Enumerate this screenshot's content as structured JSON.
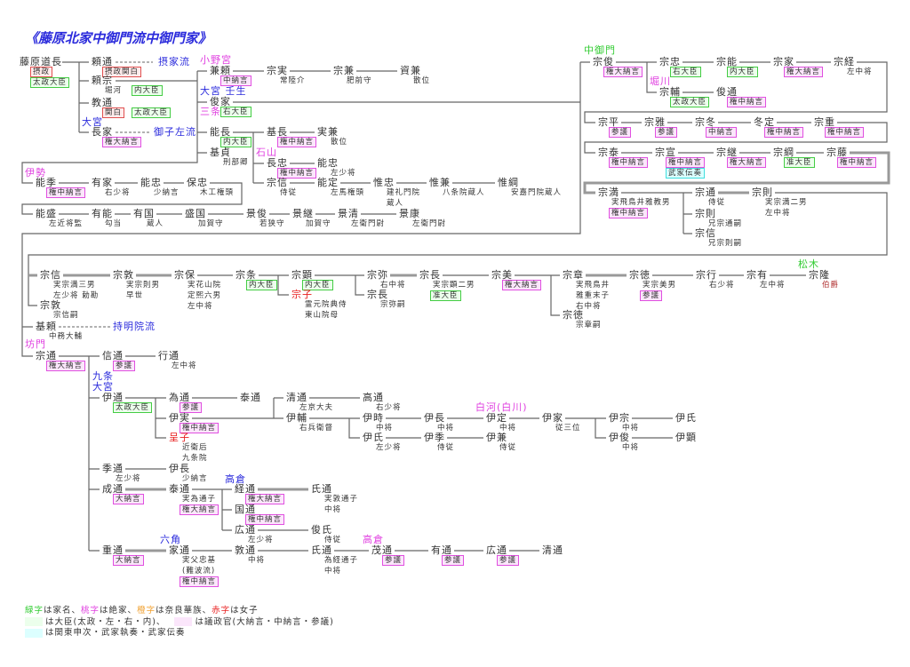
{
  "title": "《藤原北家中御門流中御門家》",
  "colors": {
    "blue": "#2b2bdc",
    "pink": "#e040e0",
    "green": "#33cc33",
    "red": "#e82020",
    "orange": "#f0a030",
    "peer": "#b03030",
    "line": "#666666"
  },
  "houses": [
    {
      "text": "摂家流",
      "color": "blue"
    },
    {
      "text": "大宮",
      "color": "blue"
    },
    {
      "text": "御子左流",
      "color": "blue"
    },
    {
      "text": "小野宮",
      "color": "pink"
    },
    {
      "text": "大宮 壬生",
      "color": "blue"
    },
    {
      "text": "三条",
      "color": "pink"
    },
    {
      "text": "石山",
      "color": "pink"
    },
    {
      "text": "伊勢",
      "color": "pink"
    },
    {
      "text": "中御門",
      "color": "green"
    },
    {
      "text": "堀川",
      "color": "pink"
    },
    {
      "text": "松木",
      "color": "green"
    },
    {
      "text": "持明院流",
      "color": "blue"
    },
    {
      "text": "坊門",
      "color": "pink"
    },
    {
      "text": "九条",
      "color": "blue"
    },
    {
      "text": "大宮",
      "color": "blue"
    },
    {
      "text": "白河(白川)",
      "color": "pink"
    },
    {
      "text": "高倉",
      "color": "blue"
    },
    {
      "text": "六角",
      "color": "blue"
    },
    {
      "text": "高倉",
      "color": "pink"
    }
  ],
  "persons": [
    {
      "name": "藤原道長",
      "labels": [
        [
          {
            "text": "摂政",
            "box": "red"
          }
        ],
        [
          {
            "text": "太政大臣",
            "box": "green"
          }
        ]
      ]
    },
    {
      "name": "頼通",
      "labels": [
        [
          {
            "text": "摂政関白",
            "box": "red"
          }
        ]
      ]
    },
    {
      "name": "頼宗",
      "labels": [
        [
          {
            "text": "堀河"
          },
          {
            "text": "内大臣",
            "box": "green"
          }
        ]
      ]
    },
    {
      "name": "教通",
      "labels": [
        [
          {
            "text": "関白",
            "box": "red"
          },
          {
            "text": "太政大臣",
            "box": "green"
          }
        ]
      ]
    },
    {
      "name": "長家",
      "labels": [
        [
          {
            "text": "権大納言",
            "box": "pink"
          }
        ]
      ]
    },
    {
      "name": "兼頼",
      "labels": [
        [
          {
            "text": "中納言",
            "box": "pink"
          }
        ]
      ]
    },
    {
      "name": "宗実",
      "labels": [
        [
          {
            "text": "常陸介"
          }
        ]
      ]
    },
    {
      "name": "宗兼",
      "labels": [
        [
          {
            "text": "肥前守"
          }
        ]
      ]
    },
    {
      "name": "資兼",
      "labels": [
        [
          {
            "text": "散位"
          }
        ]
      ]
    },
    {
      "name": "俊家",
      "labels": [
        [
          {
            "text": "右大臣",
            "box": "green"
          }
        ]
      ]
    },
    {
      "name": "能長",
      "labels": [
        [
          {
            "text": "内大臣",
            "box": "green"
          }
        ]
      ]
    },
    {
      "name": "基長",
      "labels": [
        [
          {
            "text": "権中納言",
            "box": "pink"
          }
        ]
      ]
    },
    {
      "name": "実兼",
      "labels": [
        [
          {
            "text": "散位"
          }
        ]
      ]
    },
    {
      "name": "基貞",
      "labels": [
        [
          {
            "text": "刑部卿"
          }
        ]
      ]
    },
    {
      "name": "長忠",
      "labels": [
        [
          {
            "text": "権中納言",
            "box": "pink"
          }
        ]
      ]
    },
    {
      "name": "能忠",
      "labels": [
        [
          {
            "text": "左少将"
          }
        ]
      ]
    },
    {
      "name": "宗信",
      "labels": [
        [
          {
            "text": "侍従"
          }
        ]
      ]
    },
    {
      "name": "能定",
      "labels": [
        [
          {
            "text": "左馬権頭"
          }
        ]
      ]
    },
    {
      "name": "惟忠",
      "labels": [
        [
          {
            "text": "建礼門院"
          }
        ],
        [
          {
            "text": "蔵人"
          }
        ]
      ]
    },
    {
      "name": "惟兼",
      "labels": [
        [
          {
            "text": "八条院蔵人"
          }
        ]
      ]
    },
    {
      "name": "惟綱",
      "labels": [
        [
          {
            "text": "安嘉門院蔵人"
          }
        ]
      ]
    },
    {
      "name": "能季",
      "labels": [
        [
          {
            "text": "権中納言",
            "box": "pink"
          }
        ]
      ]
    },
    {
      "name": "有家",
      "labels": [
        [
          {
            "text": "右少将"
          }
        ]
      ]
    },
    {
      "name": "能忠",
      "labels": [
        [
          {
            "text": "少納言"
          }
        ]
      ]
    },
    {
      "name": "保忠",
      "labels": [
        [
          {
            "text": "木工権頭"
          }
        ]
      ]
    },
    {
      "name": "能盛",
      "labels": [
        [
          {
            "text": "左近将監"
          }
        ]
      ]
    },
    {
      "name": "有能",
      "labels": [
        [
          {
            "text": "勾当"
          }
        ]
      ]
    },
    {
      "name": "有国",
      "labels": [
        [
          {
            "text": "蔵人"
          }
        ]
      ]
    },
    {
      "name": "盛国",
      "labels": [
        [
          {
            "text": "加賀守"
          }
        ]
      ]
    },
    {
      "name": "景俊",
      "labels": [
        [
          {
            "text": "若狭守"
          }
        ]
      ]
    },
    {
      "name": "景継",
      "labels": [
        [
          {
            "text": "加賀守"
          }
        ]
      ]
    },
    {
      "name": "景清",
      "labels": [
        [
          {
            "text": "左衛門尉"
          }
        ]
      ]
    },
    {
      "name": "景康",
      "labels": [
        [
          {
            "text": "左衛門尉"
          }
        ]
      ]
    },
    {
      "name": "宗俊",
      "labels": [
        [
          {
            "text": "権大納言",
            "box": "pink"
          }
        ]
      ]
    },
    {
      "name": "宗忠",
      "labels": [
        [
          {
            "text": "右大臣",
            "box": "green"
          }
        ]
      ]
    },
    {
      "name": "宗能",
      "labels": [
        [
          {
            "text": "内大臣",
            "box": "green"
          }
        ]
      ]
    },
    {
      "name": "宗家",
      "labels": [
        [
          {
            "text": "権大納言",
            "box": "pink"
          }
        ]
      ]
    },
    {
      "name": "宗経",
      "labels": [
        [
          {
            "text": "左中将"
          }
        ]
      ]
    },
    {
      "name": "宗輔",
      "labels": [
        [
          {
            "text": "太政大臣",
            "box": "green"
          }
        ]
      ]
    },
    {
      "name": "俊通",
      "labels": [
        [
          {
            "text": "権中納言",
            "box": "pink"
          }
        ]
      ]
    },
    {
      "name": "宗平",
      "labels": [
        [
          {
            "text": "参議",
            "box": "pink"
          }
        ]
      ]
    },
    {
      "name": "宗雅",
      "labels": [
        [
          {
            "text": "参議",
            "box": "pink"
          }
        ]
      ]
    },
    {
      "name": "宗冬",
      "labels": [
        [
          {
            "text": "中納言",
            "box": "pink"
          }
        ]
      ]
    },
    {
      "name": "冬定",
      "labels": [
        [
          {
            "text": "権中納言",
            "box": "pink"
          }
        ]
      ]
    },
    {
      "name": "宗重",
      "labels": [
        [
          {
            "text": "権中納言",
            "box": "pink"
          }
        ]
      ]
    },
    {
      "name": "宗泰",
      "labels": [
        [
          {
            "text": "権中納言",
            "box": "pink"
          }
        ]
      ]
    },
    {
      "name": "宗宣",
      "labels": [
        [
          {
            "text": "権中納言",
            "box": "pink"
          }
        ],
        [
          {
            "text": "武家伝奏",
            "box": "cyan"
          }
        ]
      ]
    },
    {
      "name": "宗継",
      "labels": [
        [
          {
            "text": "権大納言",
            "box": "pink"
          }
        ]
      ]
    },
    {
      "name": "宗綱",
      "labels": [
        [
          {
            "text": "准大臣",
            "box": "green"
          }
        ]
      ]
    },
    {
      "name": "宗藤",
      "labels": [
        [
          {
            "text": "権中納言",
            "box": "pink"
          }
        ]
      ]
    },
    {
      "name": "宗満",
      "labels": [
        [
          {
            "text": "実飛鳥井雅教男"
          }
        ],
        [
          {
            "text": "権中納言",
            "box": "pink"
          }
        ]
      ]
    },
    {
      "name": "宗通",
      "labels": [
        [
          {
            "text": "侍従"
          }
        ]
      ]
    },
    {
      "name": "宗則",
      "labels": [
        [
          {
            "text": "実宗満二男"
          }
        ],
        [
          {
            "text": "左中将"
          }
        ]
      ]
    },
    {
      "name": "宗則",
      "labels": [
        [
          {
            "text": "兄宗通嗣"
          }
        ]
      ]
    },
    {
      "name": "宗信",
      "labels": [
        [
          {
            "text": "兄宗則嗣"
          }
        ]
      ]
    },
    {
      "name": "宗信",
      "labels": [
        [
          {
            "text": "実宗満三男"
          }
        ],
        [
          {
            "text": "左少将 勅勘"
          }
        ]
      ]
    },
    {
      "name": "宗敦",
      "labels": [
        [
          {
            "text": "実宗則男"
          }
        ],
        [
          {
            "text": "早世"
          }
        ]
      ]
    },
    {
      "name": "宗保",
      "labels": [
        [
          {
            "text": "実花山院"
          }
        ],
        [
          {
            "text": "定熙六男"
          }
        ],
        [
          {
            "text": "左中将"
          }
        ]
      ]
    },
    {
      "name": "宗条",
      "labels": [
        [
          {
            "text": "内大臣",
            "box": "green"
          }
        ]
      ]
    },
    {
      "name": "宗顕",
      "labels": [
        [
          {
            "text": "内大臣",
            "box": "green"
          }
        ]
      ]
    },
    {
      "name": "宗子",
      "color": "red",
      "labels": [
        [
          {
            "text": "霊元院典侍"
          }
        ],
        [
          {
            "text": "東山院母"
          }
        ]
      ]
    },
    {
      "name": "宗弥",
      "labels": [
        [
          {
            "text": "右中将"
          }
        ]
      ]
    },
    {
      "name": "宗長",
      "labels": [
        [
          {
            "text": "宗弥嗣"
          }
        ]
      ]
    },
    {
      "name": "宗長",
      "labels": [
        [
          {
            "text": "実宗顕二男"
          }
        ],
        [
          {
            "text": "准大臣",
            "box": "green"
          }
        ]
      ]
    },
    {
      "name": "宗美",
      "labels": [
        [
          {
            "text": "権大納言",
            "box": "pink"
          }
        ]
      ]
    },
    {
      "name": "宗章",
      "labels": [
        [
          {
            "text": "実飛鳥井"
          }
        ],
        [
          {
            "text": "雅重末子"
          }
        ],
        [
          {
            "text": "右中将"
          }
        ]
      ]
    },
    {
      "name": "宗徳",
      "labels": [
        [
          {
            "text": "宗章嗣"
          }
        ]
      ]
    },
    {
      "name": "宗徳",
      "labels": [
        [
          {
            "text": "実宗美男"
          }
        ],
        [
          {
            "text": "参議",
            "box": "pink"
          }
        ]
      ]
    },
    {
      "name": "宗行",
      "labels": [
        [
          {
            "text": "右少将"
          }
        ]
      ]
    },
    {
      "name": "宗有",
      "labels": [
        [
          {
            "text": "左中将"
          }
        ]
      ]
    },
    {
      "name": "宗隆",
      "labels": [
        [
          {
            "text": "伯爵",
            "color": "peer"
          }
        ]
      ]
    },
    {
      "name": "宗敦",
      "labels": [
        [
          {
            "text": "宗信嗣"
          }
        ]
      ]
    },
    {
      "name": "基頼",
      "labels": [
        [
          {
            "text": "中務大輔"
          }
        ]
      ]
    },
    {
      "name": "宗通",
      "labels": [
        [
          {
            "text": "権大納言",
            "box": "pink"
          }
        ]
      ]
    },
    {
      "name": "信通",
      "labels": [
        [
          {
            "text": "参議",
            "box": "pink"
          }
        ]
      ]
    },
    {
      "name": "行通",
      "labels": [
        [
          {
            "text": "左中将"
          }
        ]
      ]
    },
    {
      "name": "伊通",
      "labels": [
        [
          {
            "text": "太政大臣",
            "box": "green"
          }
        ]
      ]
    },
    {
      "name": "為通",
      "labels": [
        [
          {
            "text": "参議",
            "box": "pink"
          }
        ]
      ]
    },
    {
      "name": "泰通",
      "labels": []
    },
    {
      "name": "伊実",
      "labels": [
        [
          {
            "text": "権中納言",
            "box": "pink"
          }
        ]
      ]
    },
    {
      "name": "呈子",
      "color": "red",
      "labels": [
        [
          {
            "text": "近衛后"
          }
        ],
        [
          {
            "text": "九条院"
          }
        ]
      ]
    },
    {
      "name": "清通",
      "labels": [
        [
          {
            "text": "左京大夫"
          }
        ]
      ]
    },
    {
      "name": "高通",
      "labels": [
        [
          {
            "text": "右少将"
          }
        ]
      ]
    },
    {
      "name": "伊輔",
      "labels": [
        [
          {
            "text": "右兵衛督"
          }
        ]
      ]
    },
    {
      "name": "伊時",
      "labels": [
        [
          {
            "text": "中将"
          }
        ]
      ]
    },
    {
      "name": "伊長",
      "labels": [
        [
          {
            "text": "中将"
          }
        ]
      ]
    },
    {
      "name": "伊定",
      "labels": [
        [
          {
            "text": "中将"
          }
        ]
      ]
    },
    {
      "name": "伊家",
      "labels": [
        [
          {
            "text": "従三位"
          }
        ]
      ]
    },
    {
      "name": "伊宗",
      "labels": [
        [
          {
            "text": "中将"
          }
        ]
      ]
    },
    {
      "name": "伊氏",
      "labels": []
    },
    {
      "name": "伊氏",
      "labels": [
        [
          {
            "text": "左少将"
          }
        ]
      ]
    },
    {
      "name": "伊季",
      "labels": [
        [
          {
            "text": "侍従"
          }
        ]
      ]
    },
    {
      "name": "伊兼",
      "labels": [
        [
          {
            "text": "侍従"
          }
        ]
      ]
    },
    {
      "name": "伊俊",
      "labels": [
        [
          {
            "text": "中将"
          }
        ]
      ]
    },
    {
      "name": "伊顕",
      "labels": []
    },
    {
      "name": "季通",
      "labels": [
        [
          {
            "text": "左少将"
          }
        ]
      ]
    },
    {
      "name": "伊長",
      "labels": [
        [
          {
            "text": "少納言"
          }
        ]
      ]
    },
    {
      "name": "成通",
      "labels": [
        [
          {
            "text": "大納言",
            "box": "pink"
          }
        ]
      ]
    },
    {
      "name": "泰通",
      "labels": [
        [
          {
            "text": "実為通子"
          }
        ],
        [
          {
            "text": "権大納言",
            "box": "pink"
          }
        ]
      ]
    },
    {
      "name": "経通",
      "labels": [
        [
          {
            "text": "権大納言",
            "box": "pink"
          }
        ]
      ]
    },
    {
      "name": "氏通",
      "labels": [
        [
          {
            "text": "実敦通子"
          }
        ],
        [
          {
            "text": "中将"
          }
        ]
      ]
    },
    {
      "name": "国通",
      "labels": [
        [
          {
            "text": "権中納言",
            "box": "pink"
          }
        ]
      ]
    },
    {
      "name": "広通",
      "labels": [
        [
          {
            "text": "左少将"
          }
        ]
      ]
    },
    {
      "name": "俊氏",
      "labels": [
        [
          {
            "text": "侍従"
          }
        ]
      ]
    },
    {
      "name": "重通",
      "labels": [
        [
          {
            "text": "大納言",
            "box": "pink"
          }
        ]
      ]
    },
    {
      "name": "家通",
      "labels": [
        [
          {
            "text": "実父忠基"
          }
        ],
        [
          {
            "text": "(難波流)"
          }
        ],
        [
          {
            "text": "権中納言",
            "box": "pink"
          }
        ]
      ]
    },
    {
      "name": "敦通",
      "labels": [
        [
          {
            "text": "中将"
          }
        ]
      ]
    },
    {
      "name": "氏通",
      "labels": [
        [
          {
            "text": "為経通子"
          }
        ],
        [
          {
            "text": "中将"
          }
        ]
      ]
    },
    {
      "name": "茂通",
      "labels": [
        [
          {
            "text": "参議",
            "box": "pink"
          }
        ]
      ]
    },
    {
      "name": "有通",
      "labels": [
        [
          {
            "text": "参議",
            "box": "pink"
          }
        ]
      ]
    },
    {
      "name": "広通",
      "labels": [
        [
          {
            "text": "参議",
            "box": "pink"
          }
        ]
      ]
    },
    {
      "name": "清通",
      "labels": []
    }
  ],
  "legend": {
    "line1": [
      {
        "text": "緑字",
        "color": "green"
      },
      {
        "text": "は家名、"
      },
      {
        "text": "桃字",
        "color": "pink"
      },
      {
        "text": "は絶家、"
      },
      {
        "text": "橙字",
        "color": "orange"
      },
      {
        "text": "は奈良華族、"
      },
      {
        "text": "赤字",
        "color": "red"
      },
      {
        "text": "は女子"
      }
    ],
    "line2a": "は大臣(太政・左・右・内)、",
    "line2b": "は議政官(大納言・中納言・参議)",
    "line3": "は関東申次・武家執奏・武家伝奏"
  }
}
